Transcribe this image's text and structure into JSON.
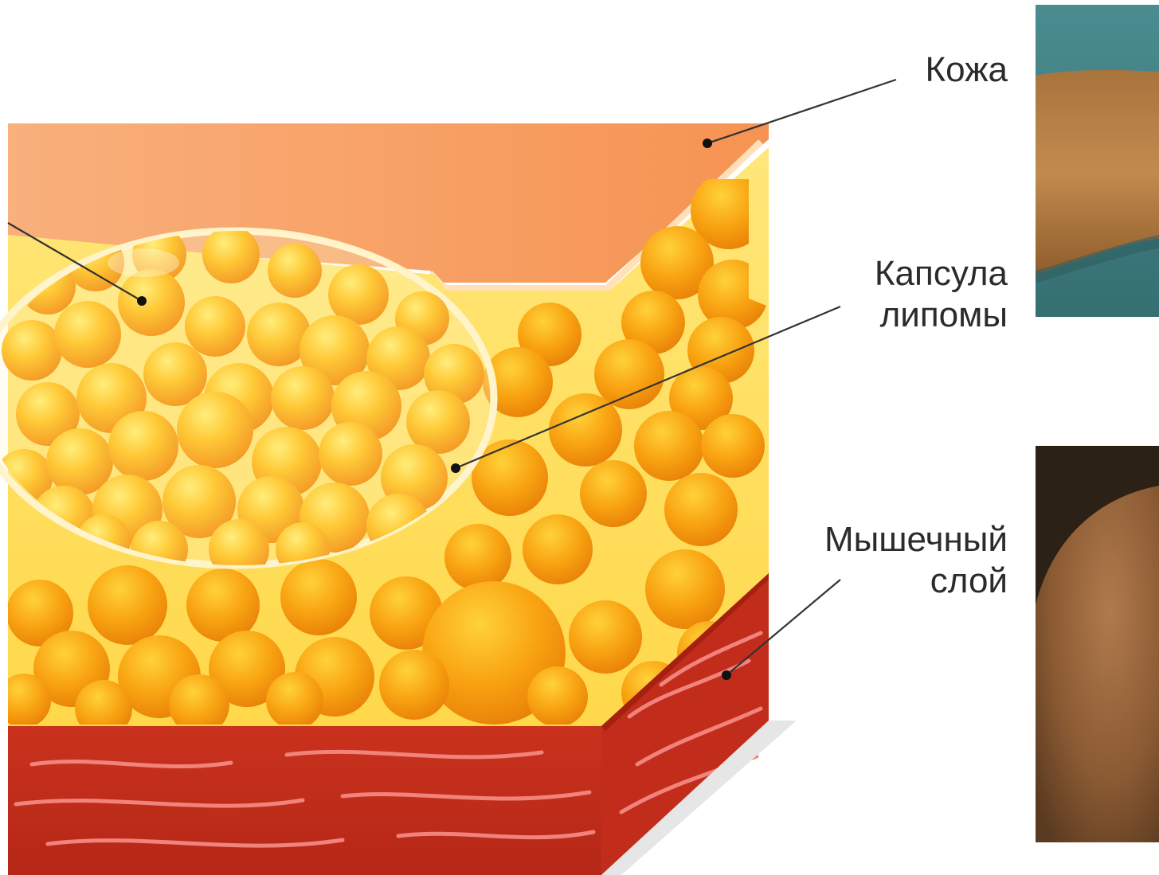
{
  "labels": {
    "skin": "Кожа",
    "capsule_line1": "Капсула",
    "capsule_line2": "липомы",
    "muscle_line1": "Мышечный",
    "muscle_line2": "слой"
  },
  "colors": {
    "skin": "#f7a166",
    "fat": "#f7b51e",
    "fat_light": "#ffe14d",
    "muscle": "#c5301e",
    "muscle_stripe": "#f2837c",
    "capsule_edge": "#fff3c8",
    "photo_top_bg": "#3f8286",
    "photo_bottom_bg": "#2e2217"
  }
}
